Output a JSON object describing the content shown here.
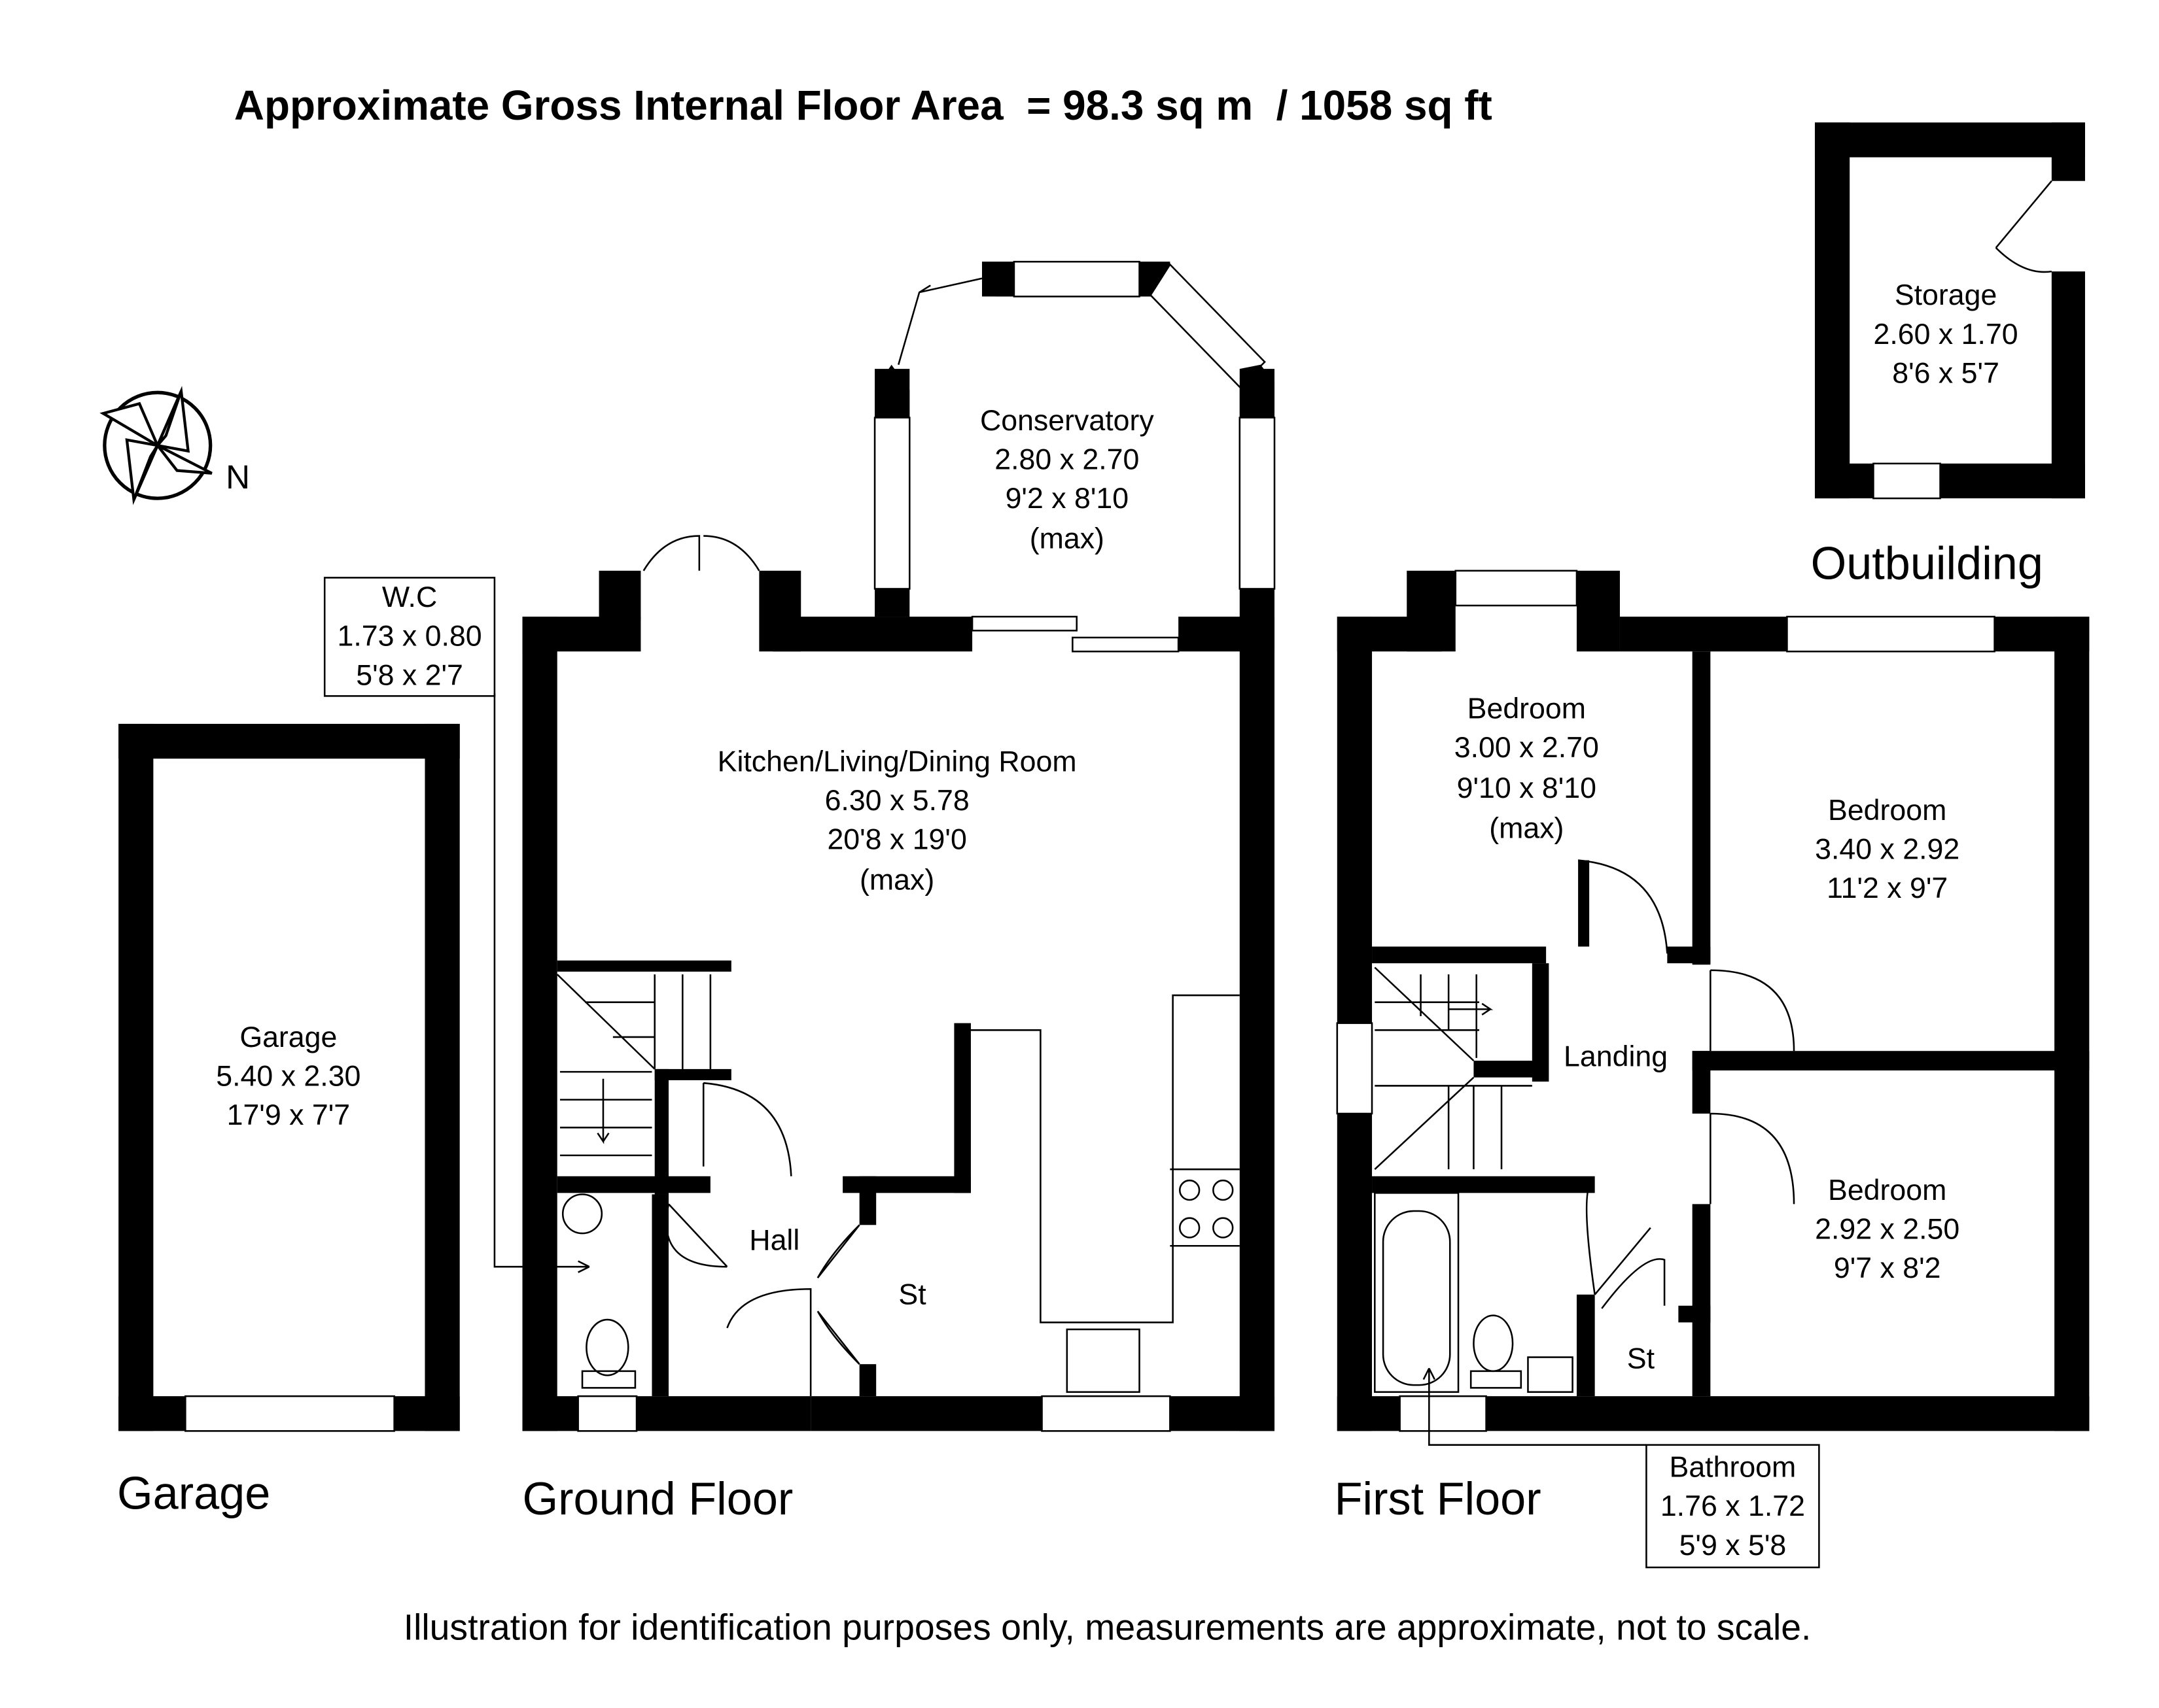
{
  "header": {
    "title": "Approximate Gross Internal Floor Area  = 98.3 sq m  / 1058 sq ft"
  },
  "compass": {
    "label": "N"
  },
  "sections": {
    "garage": "Garage",
    "ground": "Ground Floor",
    "first": "First Floor",
    "outbuilding": "Outbuilding"
  },
  "rooms": {
    "garage": {
      "name": "Garage",
      "metric": "5.40 x 2.30",
      "imperial": "17'9 x 7'7"
    },
    "wc": {
      "name": "W.C",
      "metric": "1.73 x 0.80",
      "imperial": "5'8 x 2'7"
    },
    "kitchen": {
      "name": "Kitchen/Living/Dining Room",
      "metric": "6.30 x 5.78",
      "imperial": "20'8 x 19'0",
      "note": "(max)"
    },
    "conservatory": {
      "name": "Conservatory",
      "metric": "2.80 x 2.70",
      "imperial": "9'2 x 8'10",
      "note": "(max)"
    },
    "hall": {
      "name": "Hall"
    },
    "st_ground": {
      "name": "St"
    },
    "bedroom1": {
      "name": "Bedroom",
      "metric": "3.00 x 2.70",
      "imperial": "9'10 x 8'10",
      "note": "(max)"
    },
    "bedroom2": {
      "name": "Bedroom",
      "metric": "3.40 x 2.92",
      "imperial": "11'2 x 9'7"
    },
    "bedroom3": {
      "name": "Bedroom",
      "metric": "2.92 x 2.50",
      "imperial": "9'7 x 8'2"
    },
    "landing": {
      "name": "Landing"
    },
    "st_first": {
      "name": "St"
    },
    "bathroom": {
      "name": "Bathroom",
      "metric": "1.76 x 1.72",
      "imperial": "5'9 x 5'8"
    },
    "storage": {
      "name": "Storage",
      "metric": "2.60 x 1.70",
      "imperial": "8'6 x 5'7"
    }
  },
  "footer": {
    "disclaimer": "Illustration for identification purposes only, measurements are approximate, not to scale."
  }
}
